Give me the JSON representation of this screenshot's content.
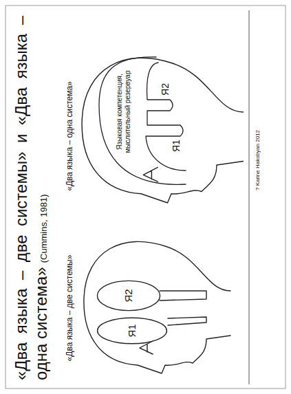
{
  "diagram": {
    "title": "«Два языка – две системы» и «Два языка – одна система»",
    "nodes": [
      {
        "text": [
          "Я1"
        ]
      },
      {
        "text": [
          "Я2"
        ]
      },
      {
        "text": [
          "Языковая компетенция, мыслительный резервуар",
          "Я1",
          "Я2"
        ]
      }
    ],
    "labels": [
      "(Cummins, 1981)",
      "«Два языка – две системы»",
      "«Два языка – одна система»",
      "? Karine Hakobyan 2012"
    ]
  }
}
